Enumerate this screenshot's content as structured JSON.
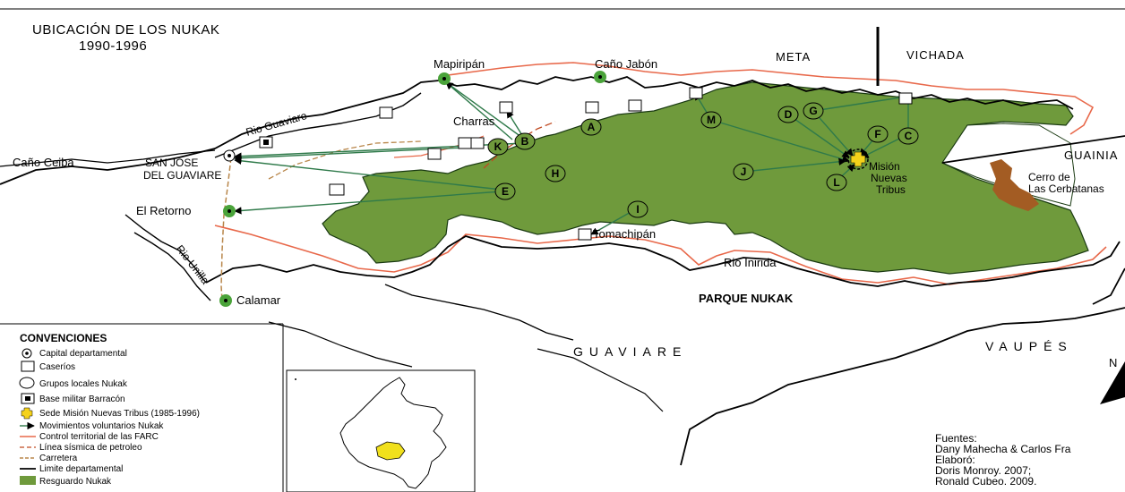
{
  "title": {
    "line1": "UBICACIÓN DE  LOS NUKAK",
    "line2": "1990-1996"
  },
  "places": {
    "mapiripan": "Mapiripán",
    "cano_jabon": "Caño Jabón",
    "charras": "Charras",
    "cano_ceiba": "Caño Ceiba",
    "san_jose_1": "SAN JOSE",
    "san_jose_2": "DEL GUAVIARE",
    "el_retorno": "El Retorno",
    "calamar": "Calamar",
    "tomachipan": "Tomachipán",
    "mision_1": "Misión",
    "mision_2": "Nuevas",
    "mision_3": "Tribus",
    "cerro_1": "Cerro de",
    "cerro_2": "Las Cerbatanas"
  },
  "rivers": {
    "guaviare": "Rio Guaviare",
    "unilla": "Rio Unilla",
    "inirida": "Rio Inirida"
  },
  "departments": {
    "meta": "META",
    "vichada": "VICHADA",
    "guainia": "GUAINIA",
    "guaviare": "GUAVIARE",
    "vaupes": "VAUPÉS"
  },
  "park": "PARQUE NUKAK",
  "north": "N",
  "groups": [
    "A",
    "B",
    "C",
    "D",
    "E",
    "F",
    "G",
    "H",
    "I",
    "J",
    "K",
    "L",
    "M"
  ],
  "legend": {
    "title": "CONVENCIONES",
    "items": [
      "Capital departamental",
      "Caseríos",
      "Grupos locales Nukak",
      "Base militar Barracón",
      "Sede Misión Nuevas Tribus (1985-1996)",
      "Movimientos voluntarios Nukak",
      "Control territorial de las FARC",
      "Línea sísmica de petroleo",
      "Carretera",
      "Limite departamental",
      "Resguardo Nukak"
    ]
  },
  "sources": {
    "l1": "Fuentes:",
    "l2": "Dany Mahecha & Carlos Fra",
    "l3": "Elaboró:",
    "l4": "Doris Monroy. 2007;",
    "l5": "Ronald Cubeo. 2009."
  },
  "colors": {
    "resguardo": "#6f9a3c",
    "farc": "#e8684a",
    "border": "#000000",
    "road": "#b8864a",
    "seismic": "#c04a22",
    "movement": "#2f7a4a",
    "cerro": "#a35c23",
    "mission_cross": "#f5d21a",
    "inset_highlight": "#f1e01c"
  }
}
